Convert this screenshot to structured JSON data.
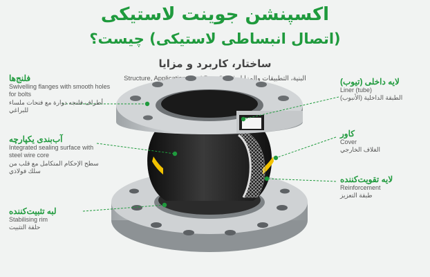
{
  "title_line1": "اکسپنشن جوینت لاستیکی",
  "title_line2": "(اتصال انبساطی لاستیکی) چیست؟",
  "subtitle_fa": "ساختار، کاربرد و مزایا",
  "subline_en": "Structure, Applications and Benefits",
  "subline_sep": "|",
  "subline_ar": "البنية، التطبيقات والمزايا",
  "labels": {
    "flanges": {
      "fa": "فلنج‌ها",
      "en": "Swivelling flanges with smooth holes for bolts",
      "ar": "أطراف فلنجه دوارة مع فتحات ملساء للبراغي"
    },
    "sealing": {
      "fa": "آب‌بندی یکپارچه",
      "en": "Integrated sealing surface with steel wire core",
      "ar": "سطح الإحكام المتكامل مع قلب من سلك فولاذي"
    },
    "rim": {
      "fa": "لبه تثبیت‌کننده",
      "en": "Stabilising rim",
      "ar": "حلقة التثبيت"
    },
    "liner": {
      "fa": "لایه داخلی (تیوب)",
      "en": "Liner (tube)",
      "ar": "الطبقة الداخلية (الأنبوب)"
    },
    "cover": {
      "fa": "کاور",
      "en": "Cover",
      "ar": "الغلاف الخارجي"
    },
    "reinforcement": {
      "fa": "لایه تقویت‌کننده",
      "en": "Reinforcement",
      "ar": "طبقة التعزيز"
    }
  },
  "colors": {
    "accent_green": "#1f9a3d",
    "background": "#f1f3f2",
    "flange_steel": "#b9bdbf",
    "rubber": "#1c1c1c",
    "band_yellow": "#f2c200"
  }
}
